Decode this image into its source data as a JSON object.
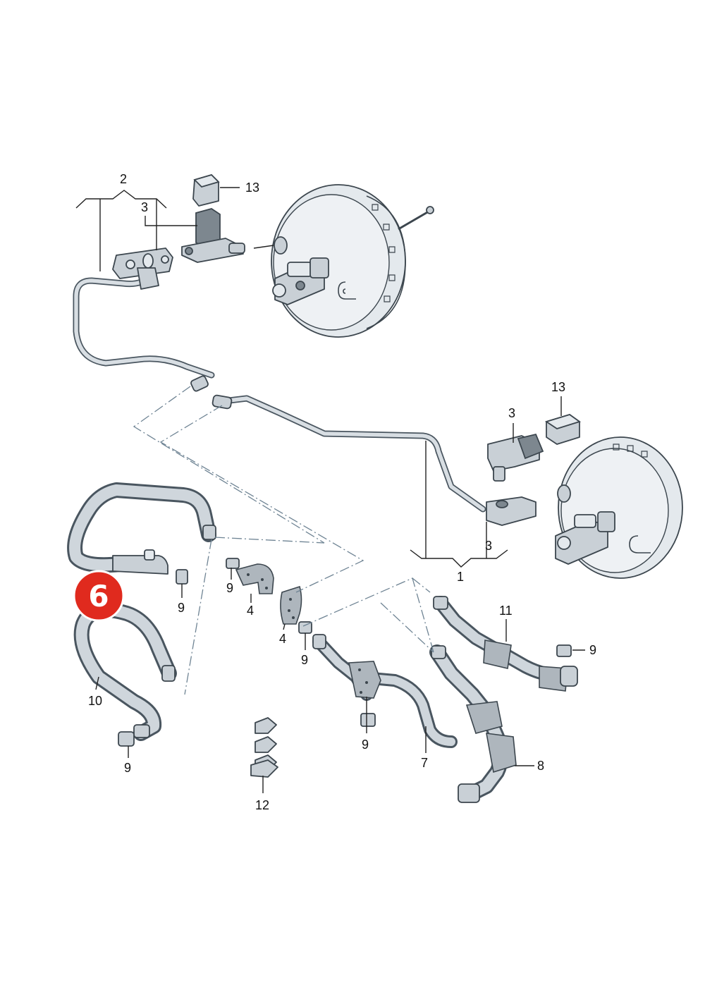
{
  "callouts": {
    "c13_top": "13",
    "c2": "2",
    "c3_top": "3",
    "c13_right": "13",
    "c3_right": "3",
    "c3_lower": "3",
    "c1": "1",
    "c9_a": "9",
    "c9_b": "9",
    "c4_a": "4",
    "c4_b": "4",
    "c9_c": "9",
    "c11": "11",
    "c9_d": "9",
    "c10": "10",
    "c9_e": "9",
    "c9_f": "9",
    "c7": "7",
    "c8": "8",
    "c12": "12"
  },
  "highlight": {
    "label": "6",
    "color": "#e02a1e",
    "border": "#ffffff"
  },
  "colors": {
    "part_fill": "#c9d0d6",
    "outline": "#3c464e",
    "dash_line": "#6f8494"
  }
}
